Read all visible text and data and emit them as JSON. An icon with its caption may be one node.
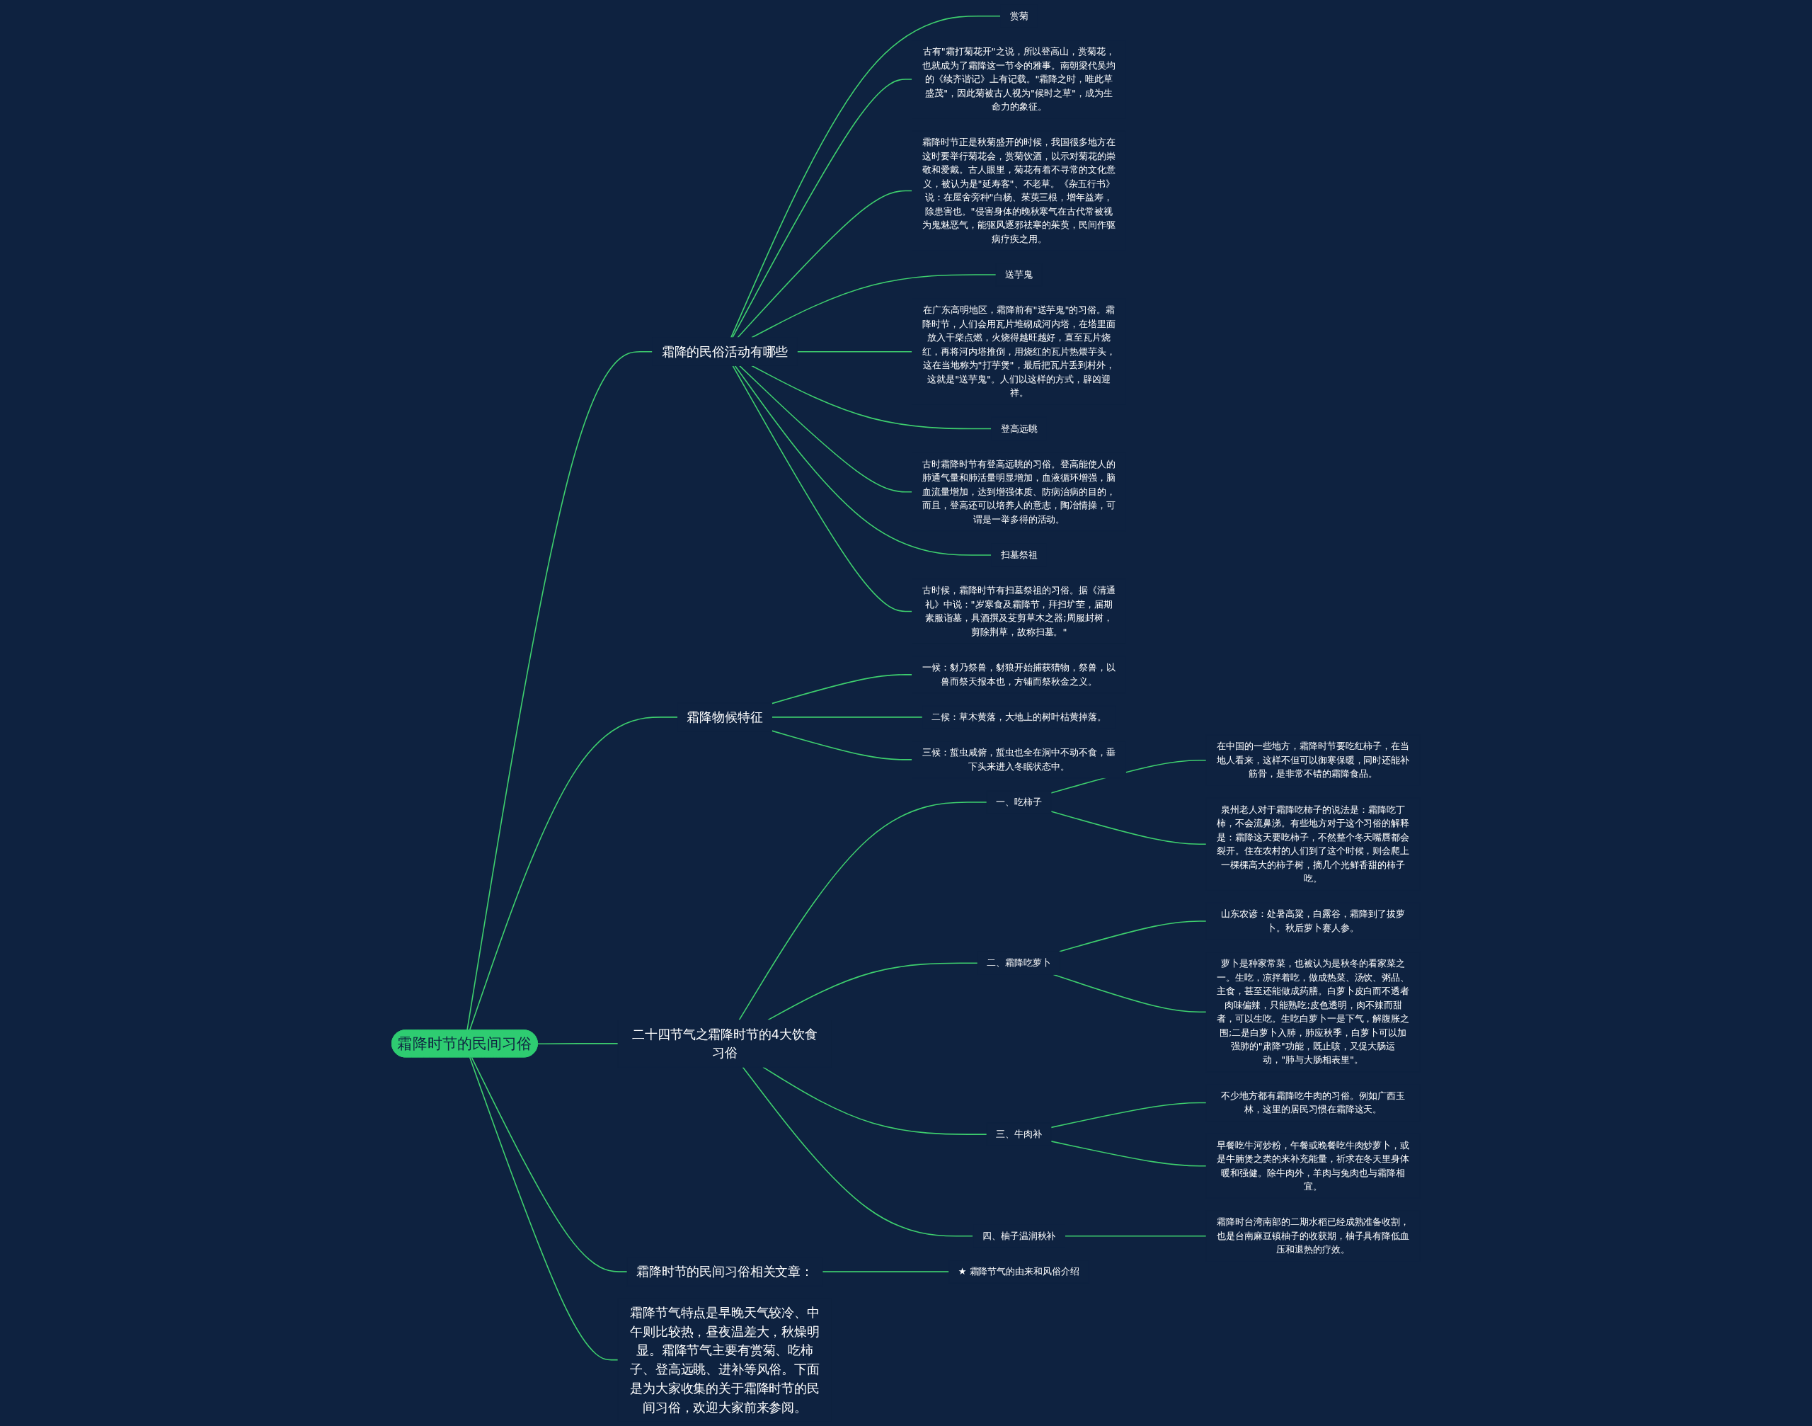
{
  "diagram": {
    "nodes": [
      {
        "text": [
          "霜降时节的民间习俗"
        ]
      },
      {
        "text": [
          "霜降节气特点是早晚天气较冷、中午则比较热，昼夜温差大，秋燥明显。霜降节气主要有赏菊、吃柿子、登高远眺、进补等风俗。下面是为大家收集的关于霜降时节的民间习俗，欢迎大家前来参阅。"
        ]
      },
      {
        "text": [
          "霜降的民俗活动有哪些"
        ]
      },
      {
        "text": [
          "赏菊"
        ]
      },
      {
        "text": [
          "古有\"霜打菊花开\"之说，所以登高山，赏菊花，也就成为了霜降这一节令的雅事。南朝梁代吴均的《续齐谐记》上有记载。\"霜降之时，唯此草盛茂\"，因此菊被古人视为\"候时之草\"，成为生命力的象征。"
        ]
      },
      {
        "text": [
          "霜降时节正是秋菊盛开的时候，我国很多地方在这时要举行菊花会，赏菊饮酒，以示对菊花的崇敬和爱戴。古人眼里，菊花有着不寻常的文化意义，被认为是\"延寿客\"、不老草。《杂五行书》说：在屋舍旁种\"白杨、茱萸三根，增年益寿，除患害也。\"侵害身体的晚秋寒气在古代常被视为鬼魅恶气，能驱风逐邪祛寒的茱萸，民间作驱病疗疾之用。"
        ]
      },
      {
        "text": [
          "送芋鬼"
        ]
      },
      {
        "text": [
          "在广东高明地区，霜降前有\"送芋鬼\"的习俗。霜降时节，人们会用瓦片堆砌成河内塔，在塔里面放入干柴点燃，火烧得越旺越好，直至瓦片烧红，再将河内塔推倒，用烧红的瓦片热煨芋头，这在当地称为\"打芋煲\"，最后把瓦片丢到村外，这就是\"送芋鬼\"。人们以这样的方式，辟凶迎祥。"
        ]
      },
      {
        "text": [
          "登高远眺"
        ]
      },
      {
        "text": [
          "古时霜降时节有登高远眺的习俗。登高能使人的肺通气量和肺活量明显增加，血液循环增强，脑血流量增加，达到增强体质、防病治病的目的，而且，登高还可以培养人的意志，陶冶情操，可谓是一举多得的活动。"
        ]
      },
      {
        "text": [
          "扫墓祭祖"
        ]
      },
      {
        "text": [
          "古时候，霜降时节有扫墓祭祖的习俗。据《清通礼》中说：\"岁寒食及霜降节，拜扫圹茔，届期素服诣墓，具酒撰及芟剪草木之器;周服封树，剪除荆草，故称扫墓。\""
        ]
      },
      {
        "text": [
          "霜降物候特征"
        ]
      },
      {
        "text": [
          "一候：豺乃祭兽，豺狼开始捕获猎物，祭兽，以兽而祭天报本也，方铺而祭秋金之义。"
        ]
      },
      {
        "text": [
          "二候：草木黄落，大地上的树叶枯黄掉落。"
        ]
      },
      {
        "text": [
          "三候：蜇虫咸俯，蜇虫也全在洞中不动不食，垂下头来进入冬眠状态中。"
        ]
      },
      {
        "text": [
          "二十四节气之霜降时节的4大饮食习俗"
        ]
      },
      {
        "text": [
          "一、吃柿子"
        ]
      },
      {
        "text": [
          "在中国的一些地方，霜降时节要吃红柿子，在当地人看来，这样不但可以御寒保暖，同时还能补筋骨，是非常不错的霜降食品。"
        ]
      },
      {
        "text": [
          "泉州老人对于霜降吃柿子的说法是：霜降吃丁柿，不会流鼻涕。有些地方对于这个习俗的解释是：霜降这天要吃柿子，不然整个冬天嘴唇都会裂开。住在农村的人们到了这个时候，则会爬上一棵棵高大的柿子树，摘几个光鲜香甜的柿子吃。"
        ]
      },
      {
        "text": [
          "二、霜降吃萝卜"
        ]
      },
      {
        "text": [
          "山东农谚：处暑高粱，白露谷，霜降到了拔萝卜。秋后萝卜赛人参。"
        ]
      },
      {
        "text": [
          "萝卜是种家常菜，也被认为是秋冬的看家菜之一。生吃，凉拌着吃，做成热菜、汤饮、粥品、主食，甚至还能做成药膳。白萝卜皮白而不透者肉味偏辣，只能熟吃;皮色透明，肉不辣而甜者，可以生吃。生吃白萝卜一是下气，解腹胀之围;二是白萝卜入肺，肺应秋季，白萝卜可以加强肺的\"肃降\"功能，既止咳，又促大肠运动，\"肺与大肠相表里\"。"
        ]
      },
      {
        "text": [
          "三、牛肉补"
        ]
      },
      {
        "text": [
          "不少地方都有霜降吃牛肉的习俗。例如广西玉林，这里的居民习惯在霜降这天。"
        ]
      },
      {
        "text": [
          "早餐吃牛河炒粉，午餐或晚餐吃牛肉炒萝卜，或是牛腩煲之类的来补充能量，祈求在冬天里身体暖和强健。除牛肉外，羊肉与兔肉也与霜降相宜。"
        ]
      },
      {
        "text": [
          "四、柚子温润秋补"
        ]
      },
      {
        "text": [
          "霜降时台湾南部的二期水稻已经成熟准备收割，也是台南麻豆镇柚子的收获期，柚子具有降低血压和退热的疗效。"
        ]
      },
      {
        "text": [
          "霜降时节的民间习俗相关文章："
        ]
      },
      {
        "text": [
          "★ 霜降节气的由来和风俗介绍"
        ]
      }
    ],
    "edges": [
      {
        "from": 0,
        "to": 1,
        "arrow": "none"
      },
      {
        "from": 0,
        "to": 2,
        "arrow": "none"
      },
      {
        "from": 2,
        "to": 3,
        "arrow": "none"
      },
      {
        "from": 2,
        "to": 4,
        "arrow": "none"
      },
      {
        "from": 2,
        "to": 5,
        "arrow": "none"
      },
      {
        "from": 2,
        "to": 6,
        "arrow": "none"
      },
      {
        "from": 2,
        "to": 7,
        "arrow": "none"
      },
      {
        "from": 2,
        "to": 8,
        "arrow": "none"
      },
      {
        "from": 2,
        "to": 9,
        "arrow": "none"
      },
      {
        "from": 2,
        "to": 10,
        "arrow": "none"
      },
      {
        "from": 2,
        "to": 11,
        "arrow": "none"
      },
      {
        "from": 0,
        "to": 12,
        "arrow": "none"
      },
      {
        "from": 12,
        "to": 13,
        "arrow": "none"
      },
      {
        "from": 12,
        "to": 14,
        "arrow": "none"
      },
      {
        "from": 12,
        "to": 15,
        "arrow": "none"
      },
      {
        "from": 0,
        "to": 16,
        "arrow": "none"
      },
      {
        "from": 16,
        "to": 17,
        "arrow": "none"
      },
      {
        "from": 17,
        "to": 18,
        "arrow": "none"
      },
      {
        "from": 17,
        "to": 19,
        "arrow": "none"
      },
      {
        "from": 16,
        "to": 20,
        "arrow": "none"
      },
      {
        "from": 20,
        "to": 21,
        "arrow": "none"
      },
      {
        "from": 20,
        "to": 22,
        "arrow": "none"
      },
      {
        "from": 16,
        "to": 23,
        "arrow": "none"
      },
      {
        "from": 23,
        "to": 24,
        "arrow": "none"
      },
      {
        "from": 23,
        "to": 25,
        "arrow": "none"
      },
      {
        "from": 16,
        "to": 26,
        "arrow": "none"
      },
      {
        "from": 26,
        "to": 27,
        "arrow": "none"
      },
      {
        "from": 0,
        "to": 28,
        "arrow": "none"
      },
      {
        "from": 28,
        "to": 29,
        "arrow": "none"
      }
    ]
  }
}
